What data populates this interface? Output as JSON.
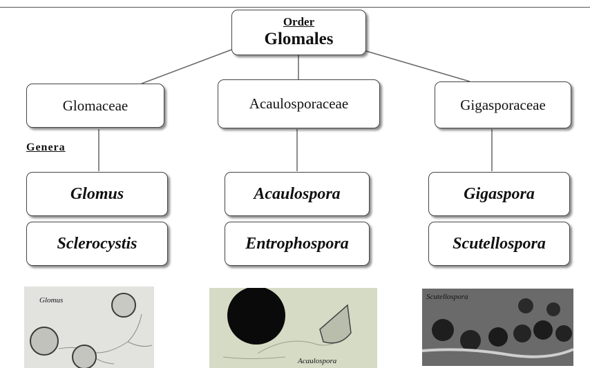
{
  "order": {
    "label": "Order",
    "name": "Glomales"
  },
  "families": [
    {
      "name": "Glomaceae"
    },
    {
      "name": "Acaulosporaceae"
    },
    {
      "name": "Gigasporaceae"
    }
  ],
  "genera_label": "Genera",
  "genera": [
    [
      "Glomus",
      "Sclerocystis"
    ],
    [
      "Acaulospora",
      "Entrophospora"
    ],
    [
      "Gigaspora",
      "Scutellospora"
    ]
  ],
  "photos": [
    {
      "caption": "Glomus"
    },
    {
      "caption": "Acaulospora"
    },
    {
      "caption": "Scutellospora"
    }
  ],
  "colors": {
    "border": "#444444",
    "line": "#666666"
  }
}
